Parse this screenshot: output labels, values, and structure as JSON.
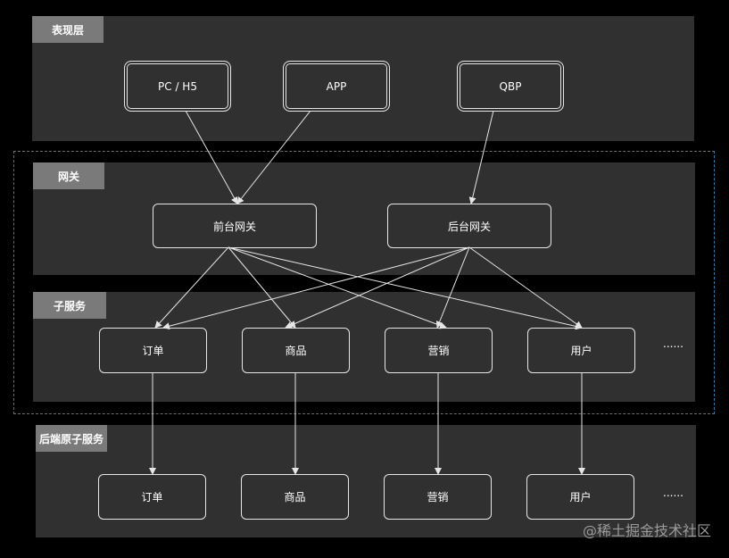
{
  "layers": {
    "presentation": "表现层",
    "gateway": "网关",
    "subservice": "子服务",
    "atomic": "后端原子服务"
  },
  "presentation_nodes": [
    "PC /  H5",
    "APP",
    "QBP"
  ],
  "gateway_nodes": [
    "前台网关",
    "后台网关"
  ],
  "subservice_nodes": [
    "订单",
    "商品",
    "营销",
    "用户"
  ],
  "atomic_nodes": [
    "订单",
    "商品",
    "营销",
    "用户"
  ],
  "ellipsis": "......",
  "watermark": "@稀土掘金技术社区",
  "colors": {
    "background": "#000000",
    "panel": "#303030",
    "tag": "#7a7a7a",
    "stroke": "#e6e6e6",
    "dashed_border": "#2f7fb0"
  }
}
